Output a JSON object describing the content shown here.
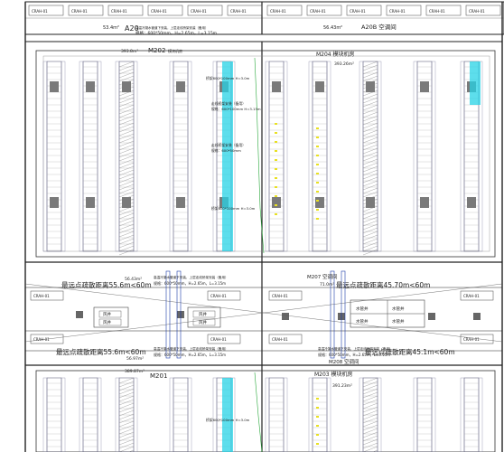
{
  "colors": {
    "background": "#ffffff",
    "wall": "#222222",
    "rack_outline": "#4a4a6a",
    "cyan_rack": "#27d3e6",
    "pipe_blue": "#1a3aa8",
    "pipe_green": "#27a83a",
    "annotation_red": "#c0201a",
    "grid_gray": "#9a9a9a"
  },
  "top_strip": {
    "cells": [
      "CRAH-01",
      "CRAH-01",
      "CRAH-01",
      "CRAH-01",
      "CRAH-01",
      "CRAH-01",
      "CRAH-01",
      "CRAH-01",
      "CRAH-01",
      "CRAH-01",
      "CRAH-01",
      "CRAH-01"
    ]
  },
  "rooms": {
    "a20a": {
      "code": "A20",
      "area": "53.4m²",
      "note": "高温冷凝水管道下安装，上层走线桥架安装（备用）",
      "spec": "规格：600*50mm，H=2.65m，L=3.15m"
    },
    "a20b": {
      "code": "A20B 空调间",
      "area": "56.43m²"
    },
    "m202": {
      "code": "M202",
      "area": "393.8m²",
      "tag": "模块机房"
    },
    "m204": {
      "code": "M204 模块机房",
      "area": "393.26m²"
    },
    "m201": {
      "code": "M201",
      "area": "389.87m²"
    },
    "m203": {
      "code": "M203 模块机房",
      "area": "391.23m²"
    }
  },
  "notes_upper": {
    "n1": "桥架600*100mm H=3.0m",
    "n2": "走线桥架安装（备用）",
    "n3": "规格：600*100mm H=3.15m",
    "n4": "走线桥架安装（备用）",
    "n5": "规格：600*50mm",
    "n6": "桥架600*100mm H=3.0m"
  },
  "notes_lower": {
    "n1": "桥架600*100mm H=3.0m"
  },
  "corridor": {
    "label_left_dist": "最远点疏散距离55.6m<60m",
    "label_right_dist": "最远点疏散距离45.70m<60m",
    "label_left_dist2": "最远点疏散距离55.6m<60m",
    "label_right_dist2": "最远点疏散距离45.1m<60m",
    "pipe_note_left": "高温冷凝水管道下安装，上层走线桥架安装（备用）",
    "pipe_spec_left": "规格：600*50mm，H=2.65m，L=3.15m",
    "pipe_note_right": "高温冷凝水管道下安装，上层走线桥架安装（备用）",
    "pipe_spec_right": "规格：600*50mm，H=2.65m，L=3.15m",
    "stair_left_top": "风井",
    "stair_left_bottom": "风井",
    "stair_right_a": "水管井",
    "stair_right_b": "水管井",
    "stair_right_c": "水管井",
    "stair_right_d": "水管井",
    "crah": "CRAH-01",
    "room_left": "56.43m²",
    "room_right": "M207 空调间",
    "room_right_area": "71.0m²",
    "room_low_left": "56.97m²",
    "room_low_right": "M208 空调间"
  }
}
